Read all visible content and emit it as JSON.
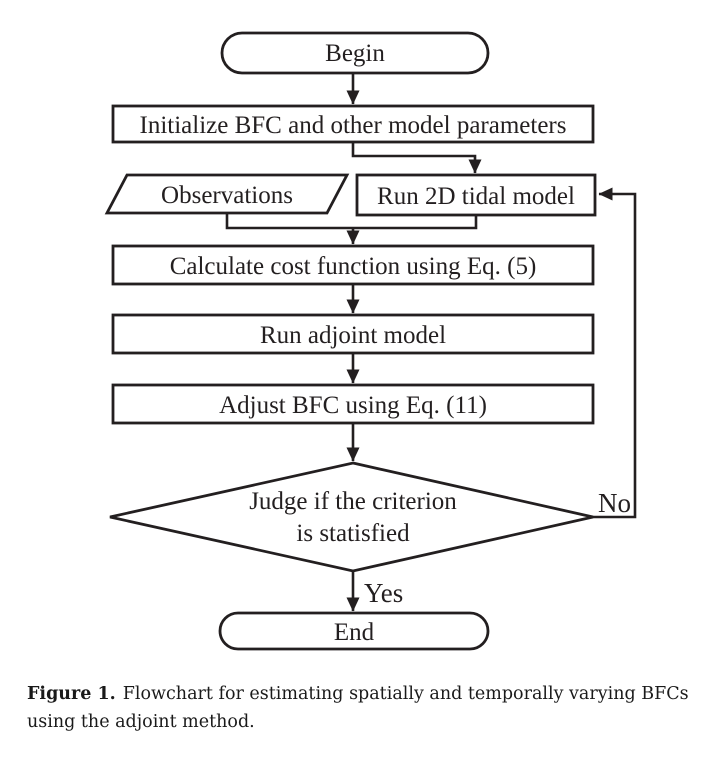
{
  "figure": {
    "nodes": {
      "begin": {
        "type": "terminator",
        "label": "Begin"
      },
      "initialize": {
        "type": "process",
        "label": "Initialize BFC and other model parameters"
      },
      "observations": {
        "type": "data",
        "label": "Observations"
      },
      "run_tidal": {
        "type": "process",
        "label": "Run 2D tidal model"
      },
      "calculate": {
        "type": "process",
        "label": "Calculate cost function using Eq. (5)"
      },
      "run_adjoint": {
        "type": "process",
        "label": "Run adjoint model"
      },
      "adjust": {
        "type": "process",
        "label": "Adjust BFC using Eq. (11)"
      },
      "judge": {
        "type": "decision",
        "label_line1": "Judge if the criterion",
        "label_line2": "is statisfied"
      },
      "end": {
        "type": "terminator",
        "label": "End"
      }
    },
    "edge_labels": {
      "yes": "Yes",
      "no": "No"
    }
  },
  "caption": {
    "label": "Figure 1.",
    "line1": "Flowchart for estimating spatially and temporally varying BFCs",
    "line2": "using the adjoint method."
  },
  "colors": {
    "line": "#231f20",
    "text": "#231f20",
    "background": "#ffffff"
  }
}
